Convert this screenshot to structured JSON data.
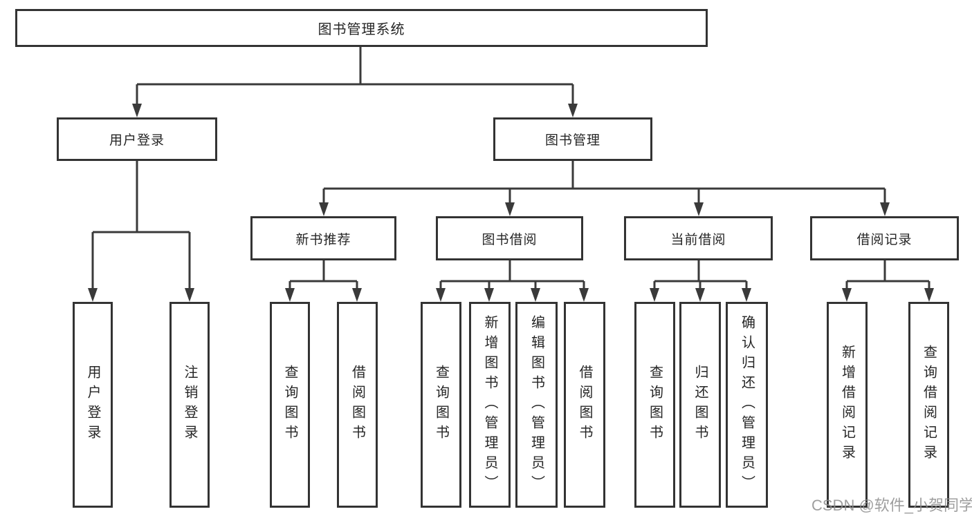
{
  "diagram": {
    "tree": {
      "root": {
        "label": "图书管理系统"
      },
      "children": [
        {
          "label": "用户登录",
          "children": [
            {
              "label": "用户登录"
            },
            {
              "label": "注销登录"
            }
          ]
        },
        {
          "label": "图书管理",
          "children": [
            {
              "label": "新书推荐",
              "children": [
                {
                  "label": "查询图书"
                },
                {
                  "label": "借阅图书"
                }
              ]
            },
            {
              "label": "图书借阅",
              "children": [
                {
                  "label": "查询图书"
                },
                {
                  "label": "新增图书（管理员）"
                },
                {
                  "label": "编辑图书（管理员）"
                },
                {
                  "label": "借阅图书"
                }
              ]
            },
            {
              "label": "当前借阅",
              "children": [
                {
                  "label": "查询图书"
                },
                {
                  "label": "归还图书"
                },
                {
                  "label": "确认归还（管理员）"
                }
              ]
            },
            {
              "label": "借阅记录",
              "children": [
                {
                  "label": "新增借阅记录"
                },
                {
                  "label": "查询借阅记录"
                }
              ]
            }
          ]
        }
      ]
    },
    "colors": {
      "line": "#3a3a3a",
      "box_border": "#333333",
      "text": "#262626",
      "watermark": "#8e8e8e"
    }
  },
  "watermark": {
    "text": "CSDN @软件_小贺同学"
  }
}
